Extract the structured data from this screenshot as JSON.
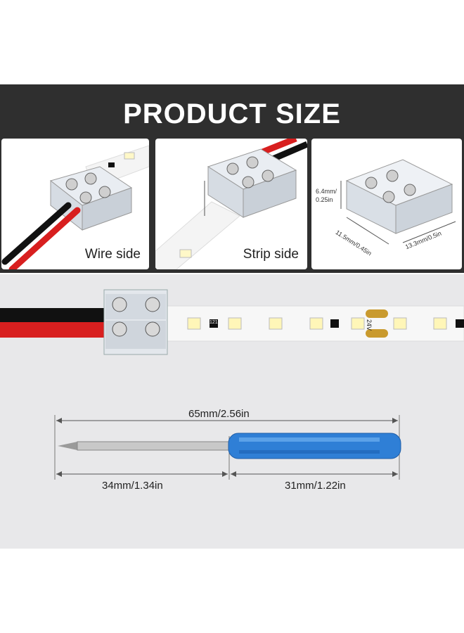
{
  "title": "PRODUCT SIZE",
  "panels": {
    "wire_side": {
      "label": "Wire side"
    },
    "strip_side": {
      "label": "Strip side"
    },
    "dimensions": {
      "height": "6.4mm/\n0.25in",
      "height_line1": "6.4mm/",
      "height_line2": "0.25in",
      "depth": "11.5mm/0.45in",
      "width": "13.3mm/0.5in"
    }
  },
  "strip": {
    "voltage_mark": "24V",
    "resistor_mark": "121"
  },
  "screwdriver": {
    "total_length": "65mm/2.56in",
    "shaft_length": "34mm/1.34in",
    "handle_length": "31mm/1.22in",
    "handle_color": "#2f7fd6"
  },
  "colors": {
    "banner": "#2f2f2f",
    "wire_red": "#d81f1f",
    "wire_black": "#111111"
  }
}
